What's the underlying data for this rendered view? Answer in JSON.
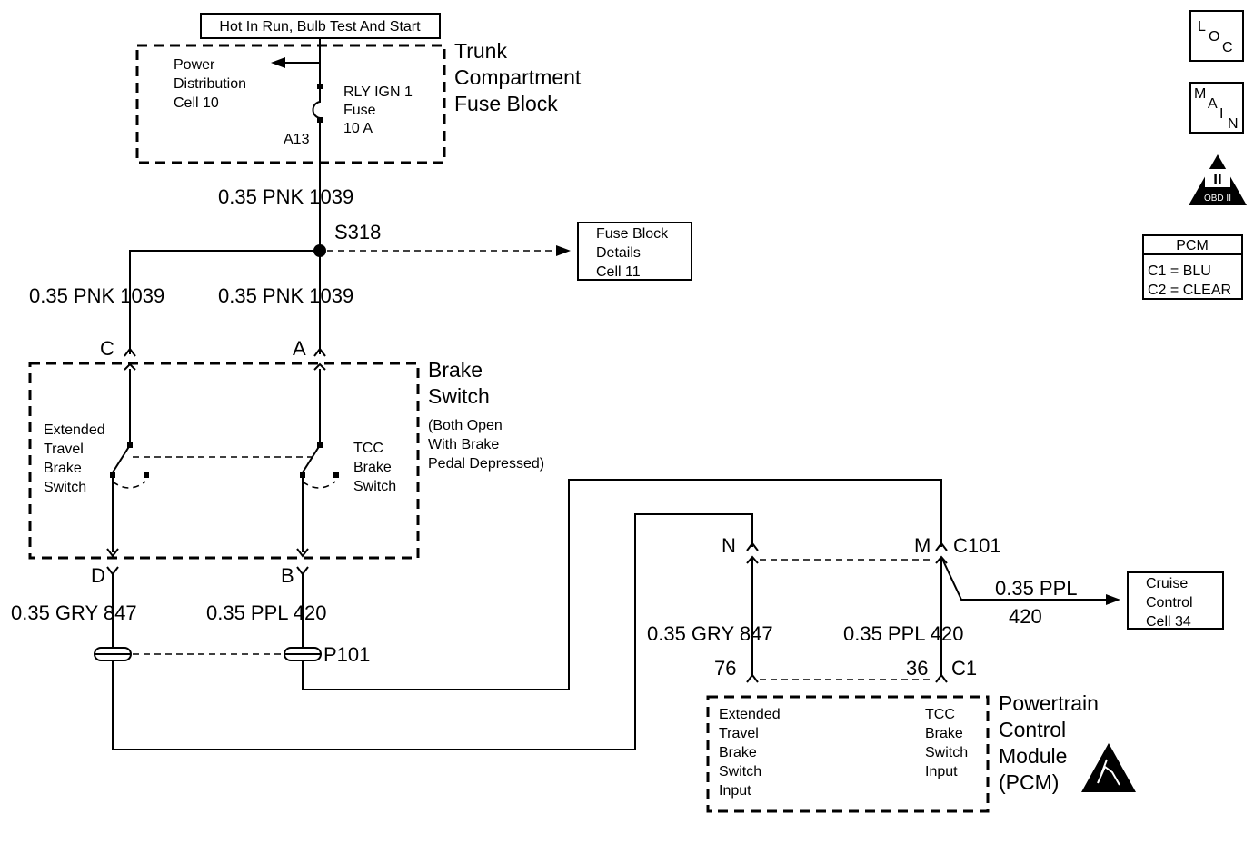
{
  "header_box": "Hot In Run, Bulb Test And Start",
  "fuse_block": {
    "title": [
      "Trunk",
      "Compartment",
      "Fuse Block"
    ],
    "power_dist": [
      "Power",
      "Distribution",
      "Cell 10"
    ],
    "fuse_label": [
      "RLY IGN 1",
      "Fuse",
      "10 A"
    ],
    "terminal": "A13"
  },
  "wires": {
    "w_top": "0.35 PNK 1039",
    "w_left": "0.35 PNK 1039",
    "w_mid": "0.35 PNK 1039",
    "w_d": "0.35 GRY 847",
    "w_b": "0.35 PPL 420",
    "w_n": "0.35 GRY 847",
    "w_m": "0.35 PPL 420",
    "w_cruise_1": "0.35 PPL",
    "w_cruise_2": "420"
  },
  "splice": "S318",
  "fuse_details_box": [
    "Fuse Block",
    "Details",
    "Cell 11"
  ],
  "brake_switch": {
    "title": [
      "Brake",
      "Switch"
    ],
    "note": [
      "(Both Open",
      "With Brake",
      "Pedal Depressed)"
    ],
    "left_switch": [
      "Extended",
      "Travel",
      "Brake",
      "Switch"
    ],
    "right_switch": [
      "TCC",
      "Brake",
      "Switch"
    ],
    "pins": {
      "c": "C",
      "a": "A",
      "d": "D",
      "b": "B"
    }
  },
  "connectors": {
    "p101": "P101",
    "c101": "C101",
    "pin_n": "N",
    "pin_m": "M",
    "pin_76": "76",
    "pin_36": "36",
    "c1": "C1"
  },
  "cruise_box": [
    "Cruise",
    "Control",
    "Cell 34"
  ],
  "pcm": {
    "title": [
      "Powertrain",
      "Control",
      "Module",
      "(PCM)"
    ],
    "left_input": [
      "Extended",
      "Travel",
      "Brake",
      "Switch",
      "Input"
    ],
    "right_input": [
      "TCC",
      "Brake",
      "Switch",
      "Input"
    ]
  },
  "side_icons": {
    "loc": [
      "L",
      "O",
      "C"
    ],
    "main": [
      "M",
      "A",
      "I",
      "N"
    ],
    "obd_numeral": "II",
    "obd_text": "OBD II"
  },
  "pcm_legend": {
    "title": "PCM",
    "c1": "C1 = BLU",
    "c2": "C2 = CLEAR"
  },
  "colors": {
    "line": "#000000",
    "background": "#ffffff"
  }
}
